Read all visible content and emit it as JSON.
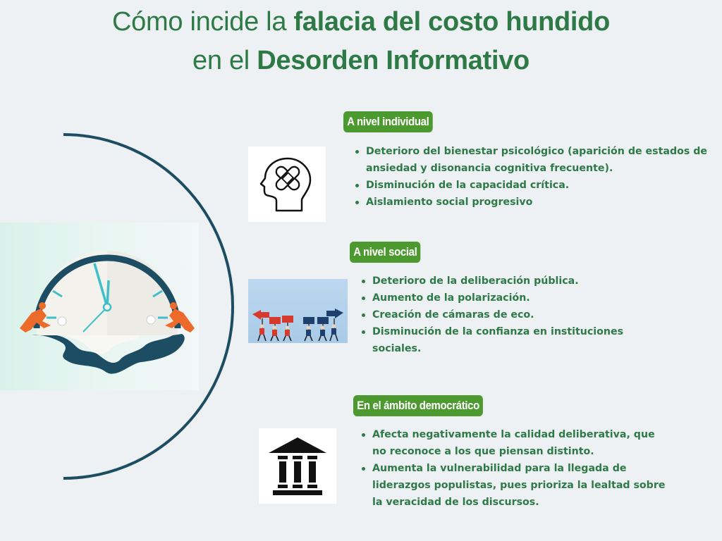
{
  "title": {
    "line1_regular": "Cómo incide la ",
    "line1_bold": "falacia del costo hundido",
    "line2_regular": "en el ",
    "line2_bold": "Desorden Informativo"
  },
  "colors": {
    "background": "#eef1f3",
    "title_green": "#2e7a47",
    "tag_green": "#4c9a2f",
    "arc_navy": "#1d4d63",
    "clock_teal": "#3fbfc9",
    "runner_orange": "#ec6a2a"
  },
  "illustration": {
    "icon": "melting-clock-icon",
    "description": "Melting clock with two runners"
  },
  "sections": [
    {
      "tag": "A nivel individual",
      "icon": "head-bandage-icon",
      "items": [
        "Deterioro del bienestar psicológico (aparición de estados de ansiedad y disonancia cognitiva frecuente).",
        "Disminución de la capacidad crítica.",
        "Aislamiento social progresivo"
      ]
    },
    {
      "tag": "A nivel social",
      "icon": "polarized-protesters-icon",
      "items": [
        "Deterioro de la deliberación pública.",
        "Aumento de la polarización.",
        "Creación de cámaras de eco.",
        "Disminución de la confianza en instituciones sociales."
      ]
    },
    {
      "tag": "En el ámbito democrático",
      "icon": "institution-building-icon",
      "items": [
        "Afecta negativamente la calidad deliberativa, que no reconoce a los que piensan distinto.",
        "Aumenta la vulnerabilidad para la llegada de liderazgos populistas, pues prioriza la lealtad sobre la veracidad de los discursos."
      ]
    }
  ]
}
